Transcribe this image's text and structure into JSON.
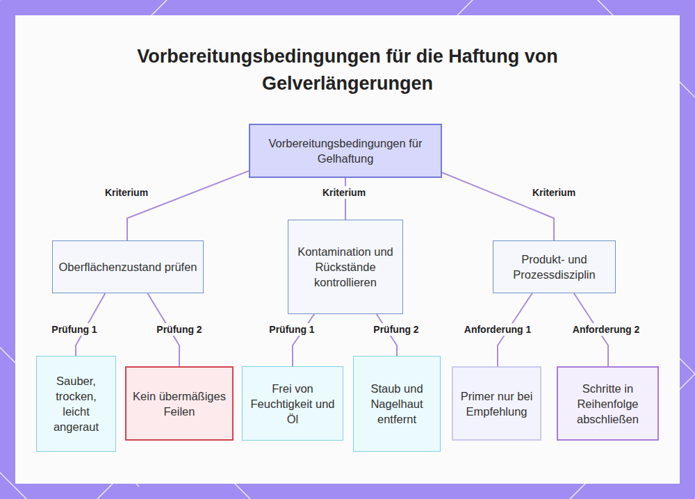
{
  "diagram": {
    "title": "Vorbereitungsbedingungen für die Haftung von Gelverlängerungen",
    "nodes": [
      {
        "text": [
          "Vorbereitungsbedingungen für Gelhaftung"
        ]
      },
      {
        "text": [
          "Oberflächenzustand prüfen"
        ]
      },
      {
        "text": [
          "Kontamination und Rückstände kontrollieren"
        ]
      },
      {
        "text": [
          "Produkt- und Prozessdisziplin"
        ]
      },
      {
        "text": [
          "Sauber, trocken, leicht angeraut"
        ]
      },
      {
        "text": [
          "Kein übermäßiges Feilen"
        ]
      },
      {
        "text": [
          "Frei von Feuchtigkeit und Öl"
        ]
      },
      {
        "text": [
          "Staub und Nagelhaut entfernt"
        ]
      },
      {
        "text": [
          "Primer nur bei Empfehlung"
        ]
      },
      {
        "text": [
          "Schritte in Reihenfolge abschließen"
        ]
      }
    ],
    "edges": [
      {
        "from": 0,
        "to": 1,
        "label": "Kriterium",
        "arrow": "none"
      },
      {
        "from": 0,
        "to": 2,
        "label": "Kriterium",
        "arrow": "none"
      },
      {
        "from": 0,
        "to": 3,
        "label": "Kriterium",
        "arrow": "none"
      },
      {
        "from": 1,
        "to": 4,
        "label": "Prüfung 1",
        "arrow": "none"
      },
      {
        "from": 1,
        "to": 5,
        "label": "Prüfung 2",
        "arrow": "none"
      },
      {
        "from": 2,
        "to": 6,
        "label": "Prüfung 1",
        "arrow": "none"
      },
      {
        "from": 2,
        "to": 7,
        "label": "Prüfung 2",
        "arrow": "none"
      },
      {
        "from": 3,
        "to": 8,
        "label": "Anforderung 1",
        "arrow": "none"
      },
      {
        "from": 3,
        "to": 9,
        "label": "Anforderung 2",
        "arrow": "none"
      }
    ]
  }
}
